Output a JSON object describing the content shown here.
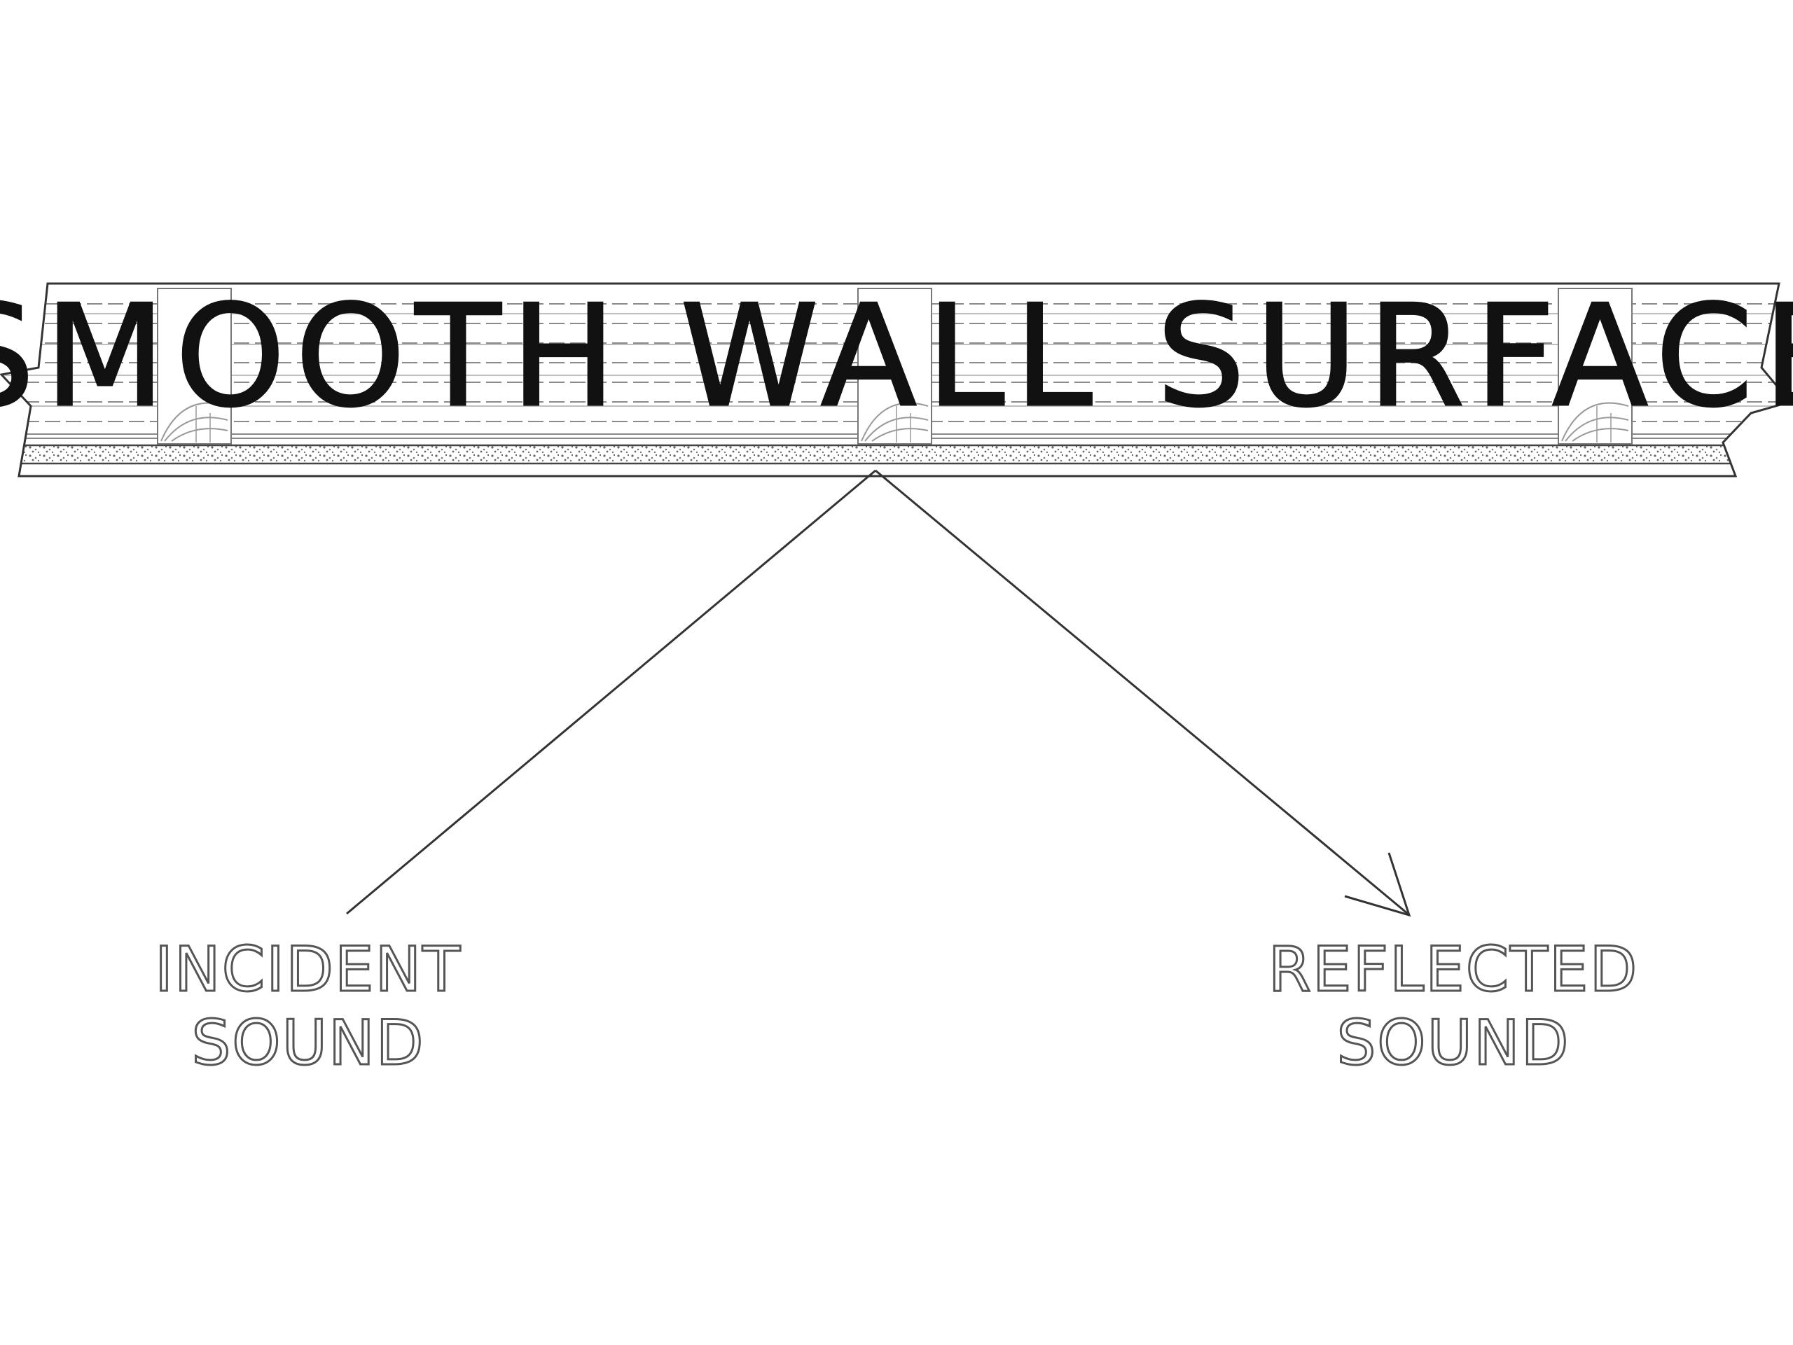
{
  "wall": {
    "title": "SMOOTH WALL SURFACE"
  },
  "incident": {
    "line1": "INCIDENT",
    "line2": "SOUND"
  },
  "reflected": {
    "line1": "REFLECTED",
    "line2": "SOUND"
  },
  "colors": {
    "ink": "#111111",
    "line": "#333333",
    "hatch": "#888888",
    "label": "#555555"
  }
}
